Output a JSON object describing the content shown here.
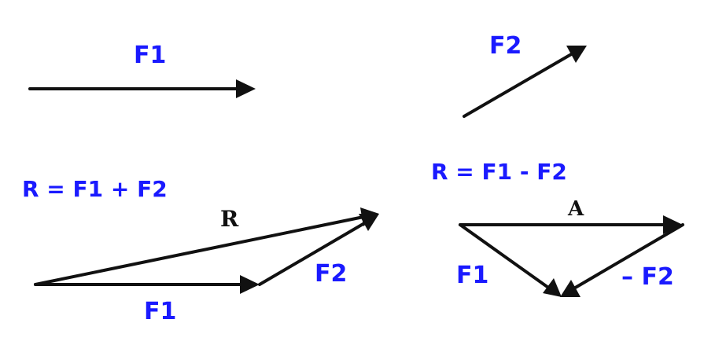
{
  "labels": {
    "f1_top": "F1",
    "f2_top": "F2",
    "sum_equation": "R = F1 + F2",
    "diff_equation": "R = F1 - F2",
    "r_label": "R",
    "f2_sum": "F2",
    "f1_sum": "F1",
    "a_label": "A",
    "f1_diff": "F1",
    "neg_f2_diff": "– F2"
  },
  "colors": {
    "label_blue": "#1a1aff",
    "arrow_black": "#111111"
  }
}
